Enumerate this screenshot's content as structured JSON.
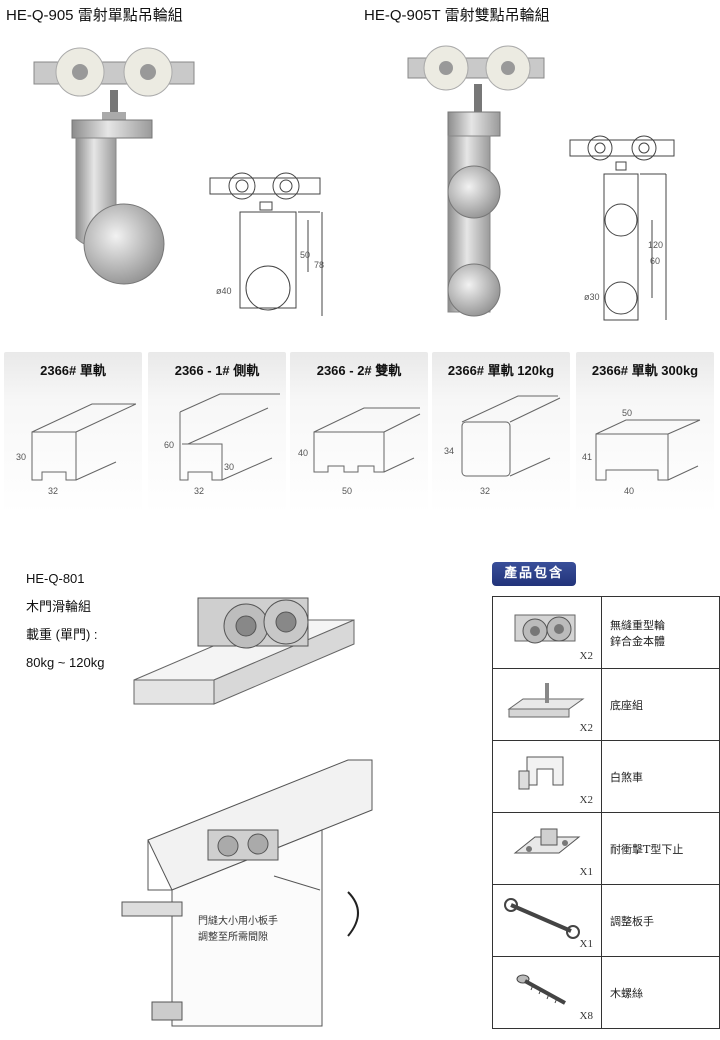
{
  "products": {
    "single": {
      "title": "HE-Q-905 雷射單點吊輪組"
    },
    "double": {
      "title": "HE-Q-905T 雷射雙點吊輪組"
    }
  },
  "dims": {
    "single": {
      "h50": "50",
      "h78": "78",
      "dia": "ø40"
    },
    "double": {
      "h120": "120",
      "h60": "60",
      "dia": "ø30"
    }
  },
  "rails": [
    {
      "label": "2366# 單軌",
      "dims": [
        "30",
        "32"
      ]
    },
    {
      "label": "2366 - 1# 側軌",
      "dims": [
        "60",
        "30",
        "32"
      ]
    },
    {
      "label": "2366 - 2# 雙軌",
      "dims": [
        "40",
        "50"
      ]
    },
    {
      "label": "2366# 單軌 120kg",
      "dims": [
        "34",
        "32"
      ]
    },
    {
      "label": "2366# 單軌 300kg",
      "dims": [
        "50",
        "41",
        "40"
      ]
    }
  ],
  "door_kit": {
    "model": "HE-Q-801",
    "name": "木門滑輪組",
    "load_label": "載重 (單門) :",
    "load_value": "80kg ~ 120kg",
    "callout_line1": "門縫大小用小板手",
    "callout_line2": "調整至所需間隙"
  },
  "package": {
    "header": "產品包含",
    "items": [
      {
        "desc_line1": "無縫重型輪",
        "desc_line2": "鋅合金本體",
        "qty": "X2",
        "icon": "roller-carriage-icon"
      },
      {
        "desc_line1": "底座組",
        "desc_line2": "",
        "qty": "X2",
        "icon": "base-bracket-icon"
      },
      {
        "desc_line1": "白煞車",
        "desc_line2": "",
        "qty": "X2",
        "icon": "stopper-icon"
      },
      {
        "desc_line1": "耐衝擊T型下止",
        "desc_line2": "",
        "qty": "X1",
        "icon": "t-guide-icon"
      },
      {
        "desc_line1": "調整板手",
        "desc_line2": "",
        "qty": "X1",
        "icon": "wrench-icon"
      },
      {
        "desc_line1": "木螺絲",
        "desc_line2": "",
        "qty": "X8",
        "icon": "screw-icon"
      }
    ]
  },
  "colors": {
    "header_blue": "#2b3d88",
    "metal": "#b8b8b8"
  }
}
